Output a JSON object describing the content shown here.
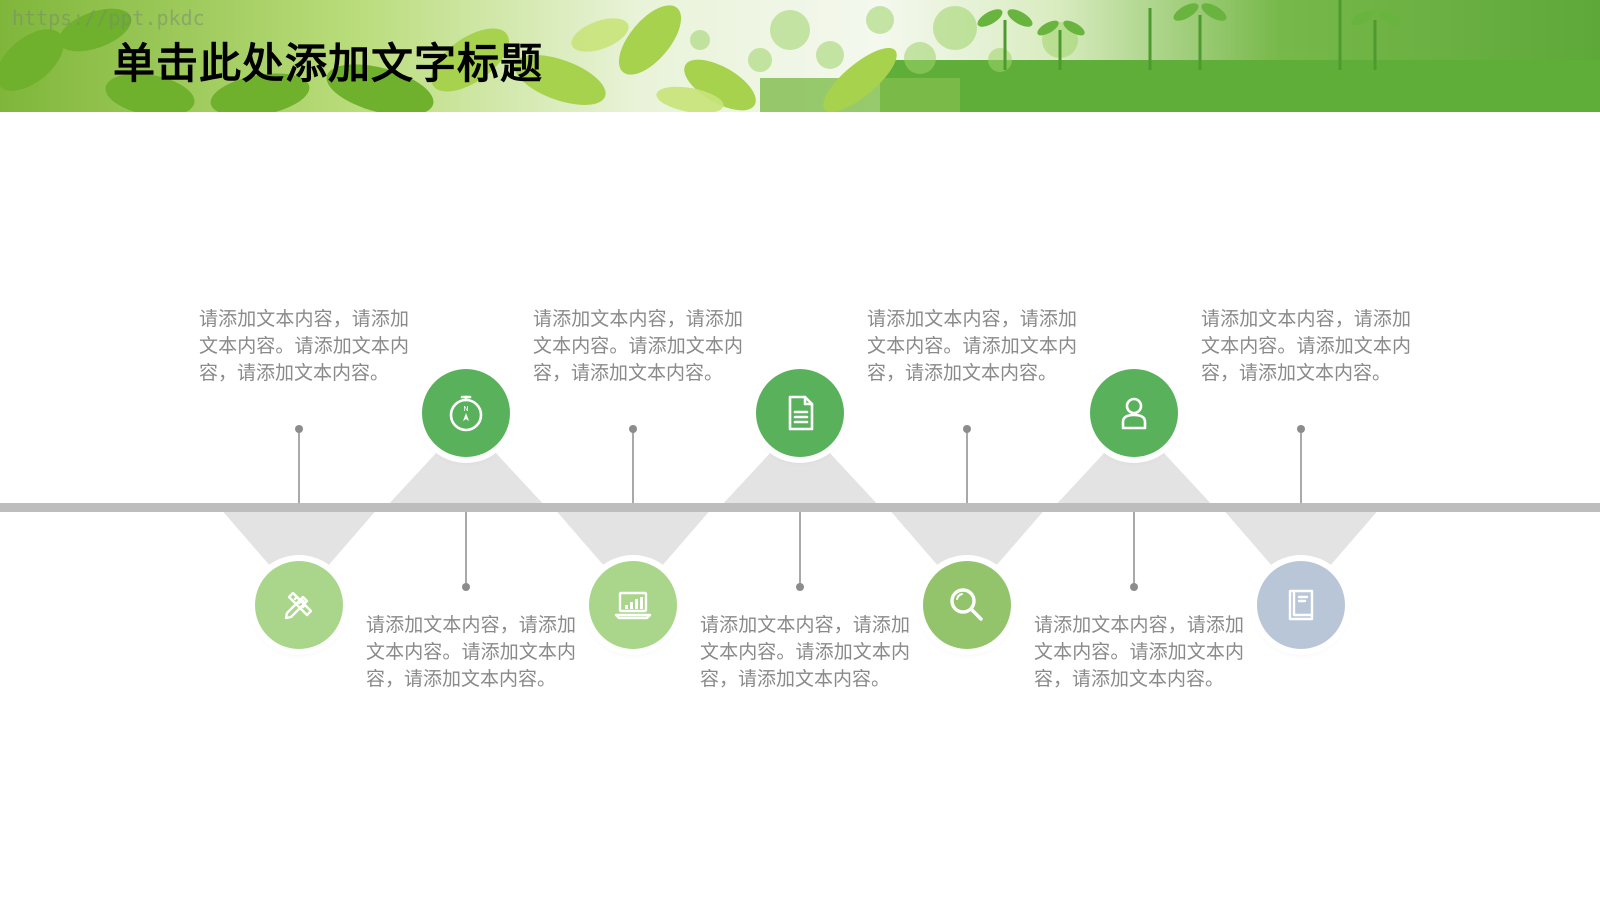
{
  "watermark": "https://ppt.pkdc",
  "title": "单击此处添加文字标题",
  "colors": {
    "dark_green": "#59b15c",
    "light_green": "#a9d68a",
    "olive_green": "#93c46c",
    "blue_gray": "#b8c6d8",
    "timeline": "#bdbdbd",
    "text": "#8a8a8a"
  },
  "steps": [
    {
      "position": "bottom",
      "icon": "pencil-ruler-icon",
      "color": "light_green",
      "text": "请添加文本内容，请添加文本内容。请添加文本内容，请添加文本内容。"
    },
    {
      "position": "top",
      "icon": "compass-icon",
      "color": "dark_green",
      "text": "请添加文本内容，请添加文本内容。请添加文本内容，请添加文本内容。"
    },
    {
      "position": "bottom",
      "icon": "laptop-chart-icon",
      "color": "light_green",
      "text": "请添加文本内容，请添加文本内容。请添加文本内容，请添加文本内容。"
    },
    {
      "position": "top",
      "icon": "document-icon",
      "color": "dark_green",
      "text": "请添加文本内容，请添加文本内容。请添加文本内容，请添加文本内容。"
    },
    {
      "position": "bottom",
      "icon": "search-icon",
      "color": "olive_green",
      "text": "请添加文本内容，请添加文本内容。请添加文本内容，请添加文本内容。"
    },
    {
      "position": "top",
      "icon": "user-icon",
      "color": "dark_green",
      "text": "请添加文本内容，请添加文本内容。请添加文本内容，请添加文本内容。"
    },
    {
      "position": "bottom",
      "icon": "book-icon",
      "color": "blue_gray",
      "text": "请添加文本内容，请添加文本内容。请添加文本内容，请添加文本内容。"
    }
  ]
}
